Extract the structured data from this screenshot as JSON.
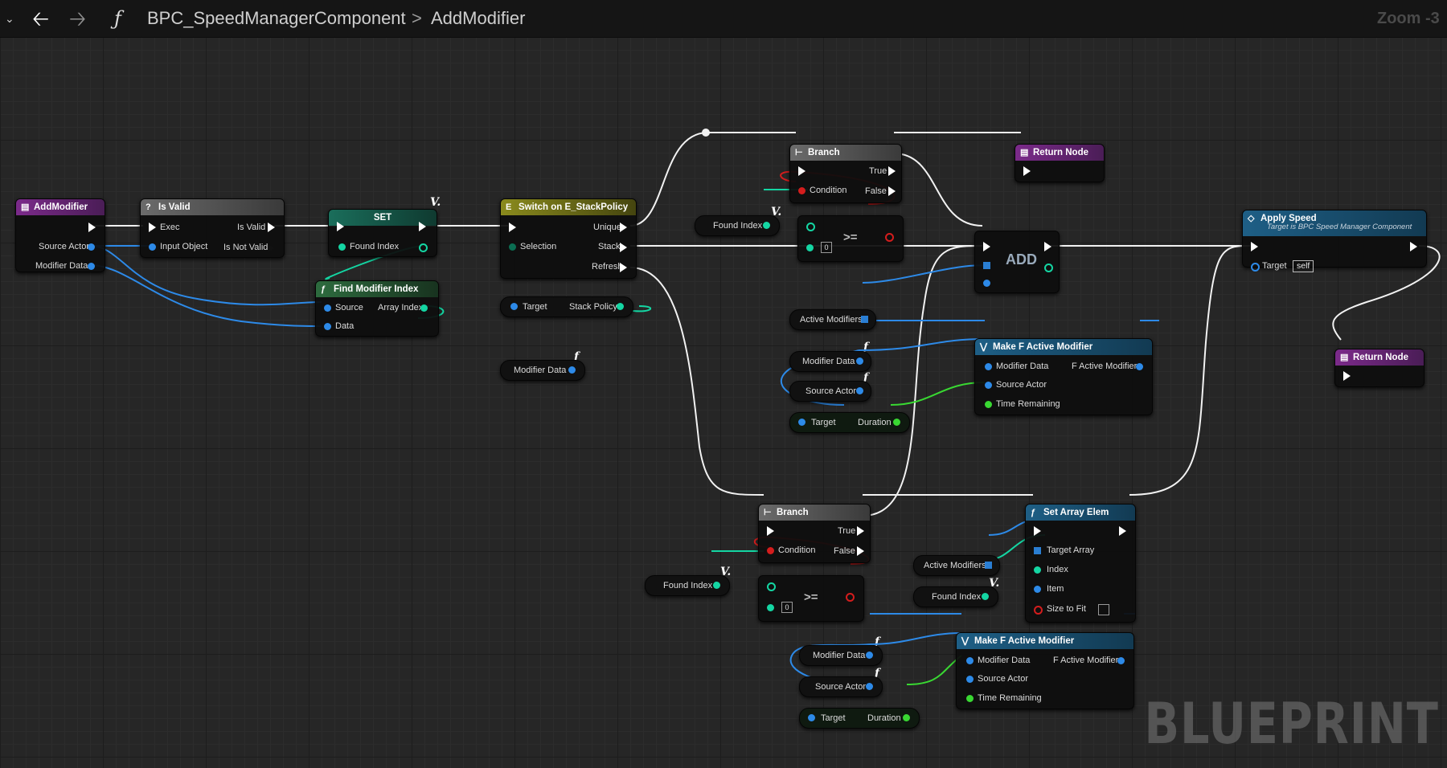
{
  "topbar": {
    "title": "BPC_SpeedManagerComponent",
    "separator": ">",
    "function_name": "AddModifier",
    "zoom": "Zoom -3",
    "function_icon": "ƒ"
  },
  "watermark": "BLUEPRINT",
  "nodes": {
    "entry": {
      "title": "AddModifier",
      "pins": [
        "Source Actor",
        "Modifier Data"
      ]
    },
    "is_valid": {
      "title": "Is Valid",
      "pins": {
        "exec": "Exec",
        "input": "Input Object",
        "valid": "Is Valid",
        "not_valid": "Is Not Valid"
      }
    },
    "set": {
      "title": "SET",
      "pin": "Found Index"
    },
    "find_index": {
      "title": "Find Modifier Index",
      "pins": {
        "source": "Source",
        "data": "Data",
        "out": "Array Index"
      }
    },
    "switch": {
      "title": "Switch on E_StackPolicy",
      "pins": {
        "selection": "Selection",
        "unique": "Unique",
        "stack": "Stack",
        "refresh": "Refresh"
      }
    },
    "stack_policy": {
      "target": "Target",
      "out": "Stack Policy"
    },
    "modifier_data_var1": "Modifier Data",
    "branch1": {
      "title": "Branch",
      "true": "True",
      "false": "False",
      "condition": "Condition"
    },
    "found_index1": "Found Index",
    "compare1": {
      "value": "0",
      "op": ">="
    },
    "return1": {
      "title": "Return Node"
    },
    "add": {
      "title": "ADD"
    },
    "active_modifiers1": "Active Modifiers",
    "make1": {
      "title": "Make F Active Modifier",
      "pins": {
        "data": "Modifier Data",
        "actor": "Source Actor",
        "time": "Time Remaining",
        "out": "F Active Modifier"
      }
    },
    "modifier_data_var2": "Modifier Data",
    "source_actor_var1": "Source Actor",
    "duration1": {
      "target": "Target",
      "out": "Duration"
    },
    "apply_speed": {
      "title": "Apply Speed",
      "subtitle": "Target is BPC Speed Manager Component",
      "target": "Target",
      "self": "self"
    },
    "return2": {
      "title": "Return Node"
    },
    "branch2": {
      "title": "Branch",
      "true": "True",
      "false": "False",
      "condition": "Condition"
    },
    "found_index2": "Found Index",
    "compare2": {
      "value": "0",
      "op": ">="
    },
    "set_array": {
      "title": "Set Array Elem",
      "pins": {
        "target": "Target Array",
        "index": "Index",
        "item": "Item",
        "fit": "Size to Fit"
      }
    },
    "active_modifiers2": "Active Modifiers",
    "found_index3": "Found Index",
    "make2": {
      "title": "Make F Active Modifier",
      "pins": {
        "data": "Modifier Data",
        "actor": "Source Actor",
        "time": "Time Remaining",
        "out": "F Active Modifier"
      }
    },
    "modifier_data_var3": "Modifier Data",
    "source_actor_var2": "Source Actor",
    "duration2": {
      "target": "Target",
      "out": "Duration"
    }
  },
  "colors": {
    "object_pin": "#2d8ae8",
    "int_pin": "#14d6a3",
    "float_pin": "#39d832",
    "bool_pin": "#d41d1d",
    "exec_pin": "#ffffff",
    "function_header": "#1e5f86",
    "entry_header": "#7b2a8a"
  }
}
